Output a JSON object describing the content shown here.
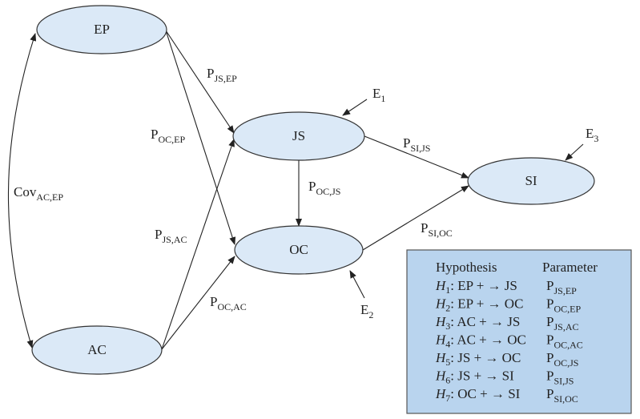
{
  "colors": {
    "node_fill": "#dbe9f7",
    "legend_fill": "#b9d4ee",
    "stroke": "#222222"
  },
  "nodes": {
    "ep": "EP",
    "ac": "AC",
    "js": "JS",
    "oc": "OC",
    "si": "SI"
  },
  "errors": {
    "e1": {
      "main": "E",
      "sub": "1"
    },
    "e2": {
      "main": "E",
      "sub": "2"
    },
    "e3": {
      "main": "E",
      "sub": "3"
    }
  },
  "edge_labels": {
    "js_ep": {
      "main": "P",
      "sub": "JS,EP"
    },
    "oc_ep": {
      "main": "P",
      "sub": "OC,EP"
    },
    "cov": {
      "main": "Cov",
      "sub": "AC,EP"
    },
    "js_ac": {
      "main": "P",
      "sub": "JS,AC"
    },
    "oc_ac": {
      "main": "P",
      "sub": "OC,AC"
    },
    "oc_js": {
      "main": "P",
      "sub": "OC,JS"
    },
    "si_js": {
      "main": "P",
      "sub": "SI,JS"
    },
    "si_oc": {
      "main": "P",
      "sub": "SI,OC"
    }
  },
  "legend": {
    "header_hypothesis": "Hypothesis",
    "header_parameter": "Parameter",
    "rows": [
      {
        "h": "H",
        "n": "1",
        "text": ": EP + → JS",
        "p": "P",
        "ps": "JS,EP"
      },
      {
        "h": "H",
        "n": "2",
        "text": ": EP + → OC",
        "p": "P",
        "ps": "OC,EP"
      },
      {
        "h": "H",
        "n": "3",
        "text": ": AC + → JS",
        "p": "P",
        "ps": "JS,AC"
      },
      {
        "h": "H",
        "n": "4",
        "text": ": AC + → OC",
        "p": "P",
        "ps": "OC,AC"
      },
      {
        "h": "H",
        "n": "5",
        "text": ": JS + → OC",
        "p": "P",
        "ps": "OC,JS"
      },
      {
        "h": "H",
        "n": "6",
        "text": ": JS + → SI",
        "p": "P",
        "ps": "SI,JS"
      },
      {
        "h": "H",
        "n": "7",
        "text": ": OC + → SI",
        "p": "P",
        "ps": "SI,OC"
      }
    ]
  }
}
